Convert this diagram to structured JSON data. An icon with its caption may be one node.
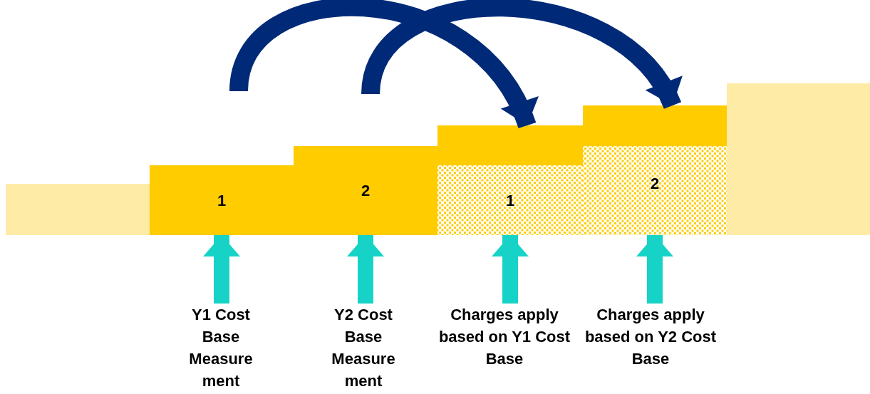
{
  "diagram": {
    "nodes": [
      {
        "text": [],
        "shape": "bar"
      },
      {
        "text": [
          "1"
        ]
      },
      {
        "text": [
          "2"
        ]
      },
      {
        "text": [],
        "shape": "bar"
      },
      {
        "text": [
          "1"
        ]
      },
      {
        "text": [],
        "shape": "bar"
      },
      {
        "text": [
          "2"
        ]
      },
      {
        "text": [],
        "shape": "bar"
      },
      {
        "text": [
          "Y1 Cost Base Measure ment"
        ]
      },
      {
        "text": [
          "Y2 Cost Base Measure ment"
        ]
      },
      {
        "text": [
          "Charges apply based on Y1 Cost Base"
        ]
      },
      {
        "text": [
          "Charges apply based on Y2 Cost Base"
        ]
      }
    ],
    "edges": [
      {
        "from": null,
        "to": 3,
        "arrow": "to",
        "color": "#002a78"
      },
      {
        "from": null,
        "to": 5,
        "arrow": "to",
        "color": "#002a78"
      },
      {
        "from": 8,
        "to": 1,
        "arrow": "to"
      },
      {
        "from": 9,
        "to": 2,
        "arrow": "to"
      },
      {
        "from": 10,
        "to": 4,
        "arrow": "to"
      },
      {
        "from": 11,
        "to": 6,
        "arrow": "to"
      }
    ]
  }
}
